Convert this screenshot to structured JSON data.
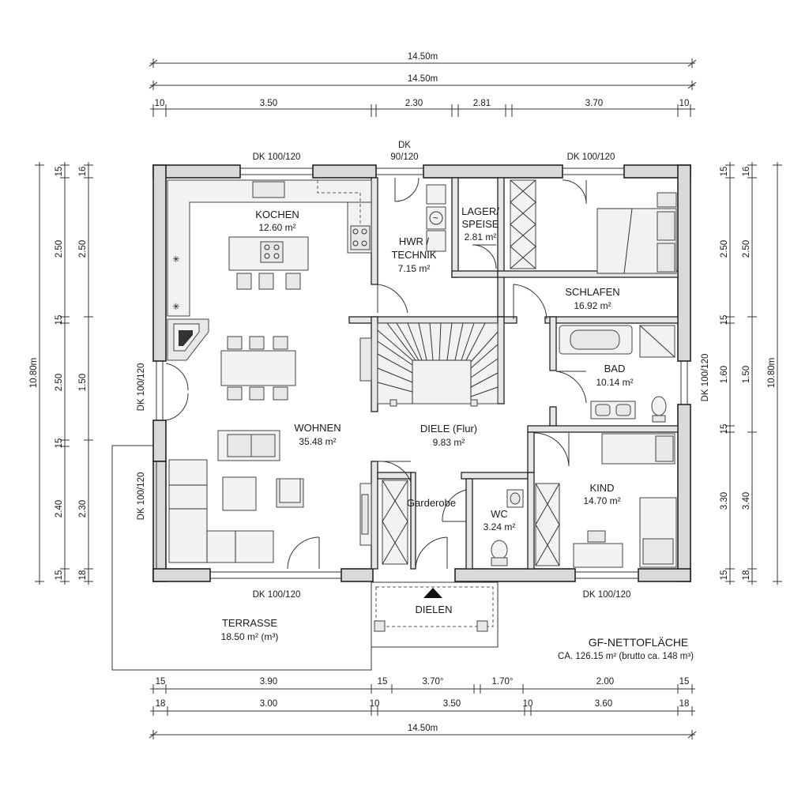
{
  "plan": {
    "rooms": [
      {
        "id": "kochen",
        "name": "KOCHEN",
        "area": "12.60 m²"
      },
      {
        "id": "hwr",
        "name": "HWR /",
        "name2": "TECHNIK",
        "area": "7.15 m²"
      },
      {
        "id": "lager",
        "name": "LAGER/",
        "name2": "SPEISE",
        "area": "2.81 m²"
      },
      {
        "id": "schlafen",
        "name": "SCHLAFEN",
        "area": "16.92 m²"
      },
      {
        "id": "bad",
        "name": "BAD",
        "area": "10.14 m²"
      },
      {
        "id": "wohnen",
        "name": "WOHNEN",
        "area": "35.48 m²"
      },
      {
        "id": "diele",
        "name": "DIELE (Flur)",
        "area": "9.83 m²"
      },
      {
        "id": "garderobe",
        "name": "Garderobe"
      },
      {
        "id": "wc",
        "name": "WC",
        "area": "3.24 m²"
      },
      {
        "id": "kind",
        "name": "KIND",
        "area": "14.70 m²"
      },
      {
        "id": "terrasse",
        "name": "TERRASSE",
        "area": "18.50 m² (m³)"
      },
      {
        "id": "dielen",
        "name": "DIELEN"
      }
    ],
    "window_labels": {
      "kochen_top": "DK 100/120",
      "hwr_top_1": "DK",
      "hwr_top_2": "90/120",
      "schlafen_top": "DK 100/120",
      "wohnen_left_upper": "DK 100/120",
      "wohnen_left_lower": "DK 100/120",
      "bad_right": "DK 100/120",
      "wohnen_bottom": "DK 100/120",
      "kind_bottom": "DK 100/120"
    },
    "summary": {
      "title": "GF-NETTOFLÄCHE",
      "detail": "CA. 126.15 m² (brutto ca. 148 m³)"
    },
    "dimensions": {
      "top_total_1": "14.50m",
      "top_total_2": "14.50m",
      "top_segments": [
        "10",
        "3.50",
        "2.30",
        "2.81",
        "3.70",
        "10"
      ],
      "bottom_row1": [
        "15",
        "3.90",
        "15",
        "3.70°",
        "1.70°",
        "2.00",
        "15"
      ],
      "bottom_row2": [
        "18",
        "3.00",
        "10",
        "3.50",
        "10",
        "3.60",
        "18"
      ],
      "bottom_total": "14.50m",
      "left_total": "10.80m",
      "left_outer": [
        "15",
        "2.50",
        "15",
        "2.50",
        "15",
        "2.40",
        "15"
      ],
      "left_inner": [
        "16",
        "2.50",
        "1.50",
        "2.30",
        "18"
      ],
      "right_total": "10.80m",
      "right_inner": [
        "15",
        "2.50",
        "15",
        "1.60",
        "15",
        "3.30",
        "15"
      ],
      "right_outer": [
        "16",
        "2.50",
        "1.50",
        "3.40",
        "18"
      ]
    }
  }
}
